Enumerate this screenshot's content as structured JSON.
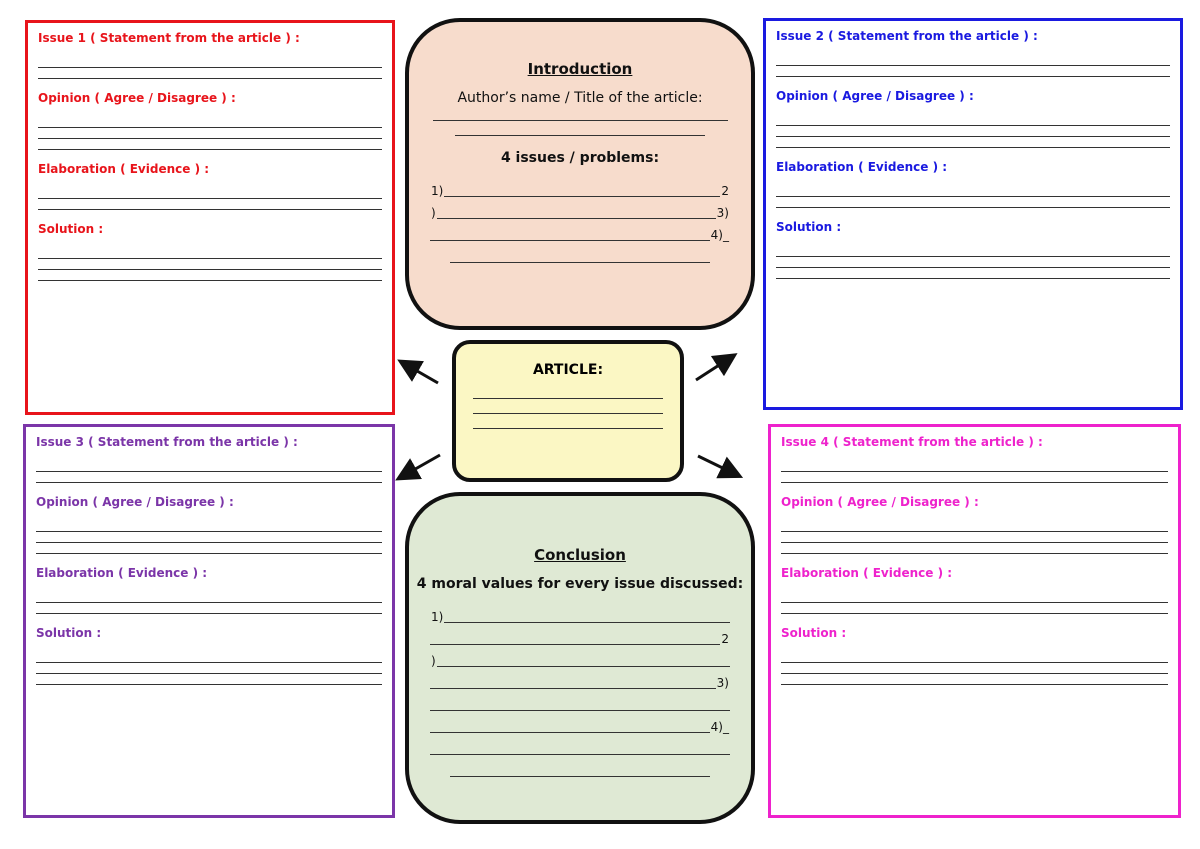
{
  "issues": [
    {
      "label": "Issue 1 ( Statement from the article ) :"
    },
    {
      "label": "Issue 2 ( Statement from the article ) :"
    },
    {
      "label": "Issue 3 ( Statement from the article ) :"
    },
    {
      "label": "Issue 4 ( Statement from the article ) :"
    }
  ],
  "sections": {
    "opinion": "Opinion ( Agree / Disagree ) :",
    "elaboration": "Elaboration ( Evidence ) :",
    "solution": "Solution :"
  },
  "introduction": {
    "title": "Introduction",
    "author_prompt": "Author’s name / Title of the article:",
    "issues_prompt": "4 issues / problems:",
    "markers": [
      "1)",
      "2",
      ")",
      "3)",
      "4)_"
    ]
  },
  "article": {
    "title": "ARTICLE:"
  },
  "conclusion": {
    "title": "Conclusion",
    "prompt": "4 moral values for every issue discussed:",
    "markers": [
      "1)",
      "2",
      ")",
      "3)",
      "4)_"
    ]
  },
  "colors": {
    "issue1": "#e8141b",
    "issue2": "#1a1ae0",
    "issue3": "#7b35a8",
    "issue4": "#ee22cc"
  }
}
